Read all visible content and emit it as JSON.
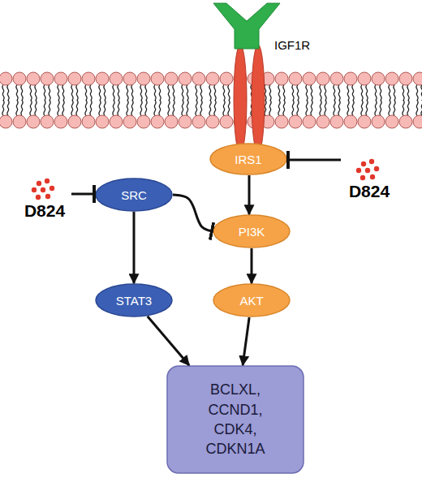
{
  "diagram": {
    "nodes": [
      {
        "text": [
          "IGF1R"
        ]
      },
      {
        "text": [
          "IRS1"
        ]
      },
      {
        "text": [
          "D824"
        ]
      },
      {
        "text": [
          "D824"
        ]
      },
      {
        "text": [
          "SRC"
        ]
      },
      {
        "text": [
          "PI3K"
        ]
      },
      {
        "text": [
          "STAT3"
        ]
      },
      {
        "text": [
          "AKT"
        ]
      },
      {
        "text": [
          "BCLXL, CCND1, CDK4, CDKN1A"
        ]
      }
    ],
    "edges": [
      {
        "from": 2,
        "to": 1,
        "arrow": "to"
      },
      {
        "from": 3,
        "to": 4,
        "arrow": "to"
      },
      {
        "from": 1,
        "to": 5,
        "arrow": "to"
      },
      {
        "from": 4,
        "to": 5,
        "arrow": "to"
      },
      {
        "from": 4,
        "to": 6,
        "arrow": "to"
      },
      {
        "from": 5,
        "to": 7,
        "arrow": "to"
      },
      {
        "from": 6,
        "to": 8,
        "arrow": "to"
      },
      {
        "from": 7,
        "to": 8,
        "arrow": "to"
      }
    ]
  }
}
